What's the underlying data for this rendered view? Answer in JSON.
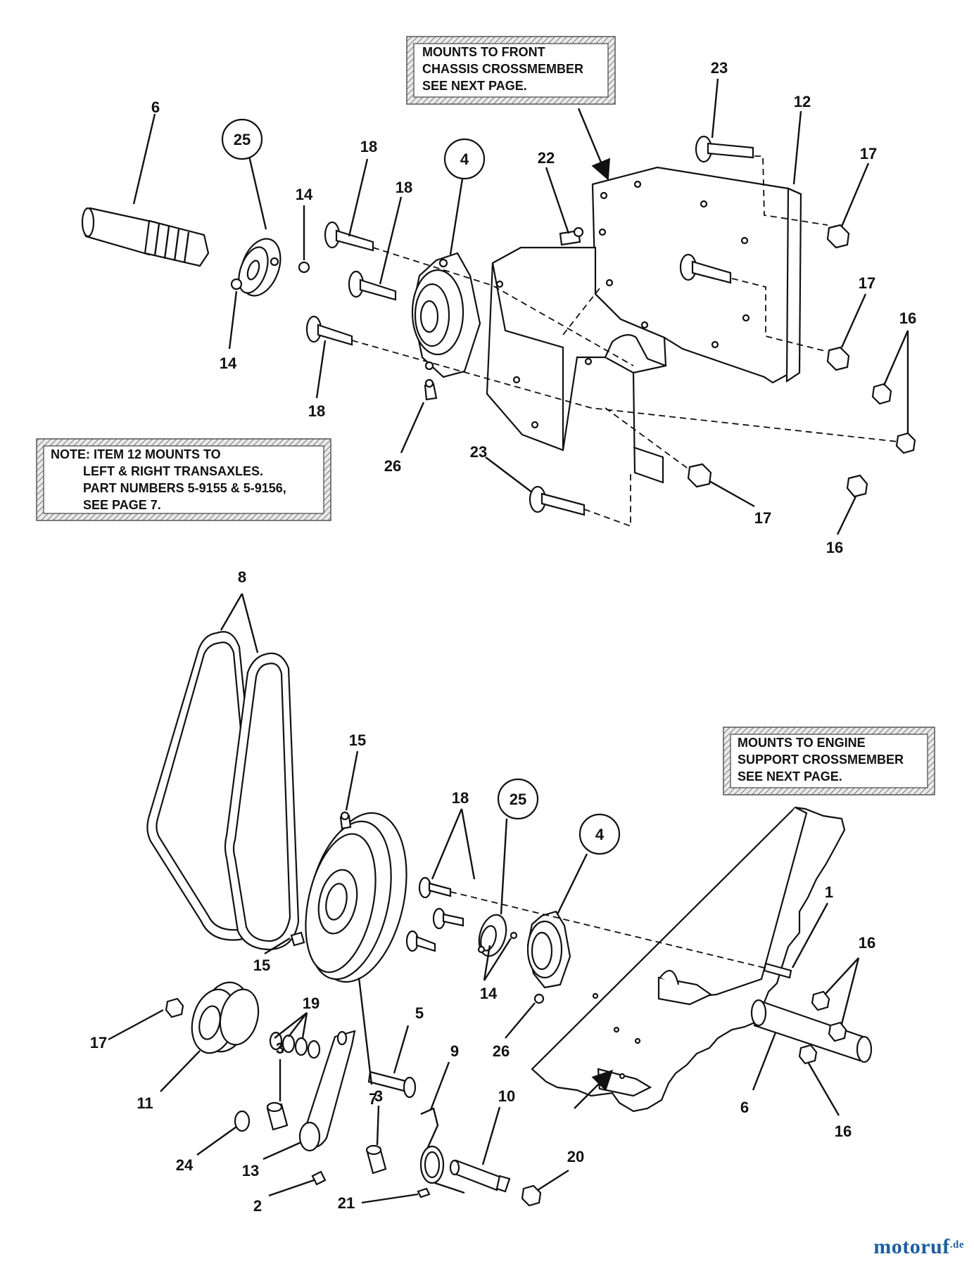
{
  "notes": {
    "top": [
      "MOUNTS TO FRONT",
      "CHASSIS CROSSMEMBER",
      "SEE NEXT PAGE."
    ],
    "left": [
      "NOTE: ITEM 12 MOUNTS TO",
      "LEFT & RIGHT TRANSAXLES.",
      "PART NUMBERS 5-9155 & 5-9156,",
      "SEE PAGE 7."
    ],
    "bottom_right": [
      "MOUNTS TO ENGINE",
      "SUPPORT CROSSMEMBER",
      "SEE NEXT PAGE."
    ]
  },
  "callouts": {
    "upper": [
      "6",
      "25",
      "14",
      "14",
      "18",
      "18",
      "18",
      "4",
      "22",
      "23",
      "12",
      "17",
      "17",
      "16",
      "16",
      "26",
      "23",
      "17"
    ],
    "lower": [
      "8",
      "15",
      "15",
      "18",
      "25",
      "4",
      "1",
      "16",
      "16",
      "6",
      "7",
      "19",
      "17",
      "11",
      "3",
      "24",
      "13",
      "3",
      "2",
      "5",
      "9",
      "10",
      "20",
      "21",
      "14",
      "26"
    ]
  },
  "watermark": {
    "brand": "motoruf",
    "tld": ".de"
  }
}
